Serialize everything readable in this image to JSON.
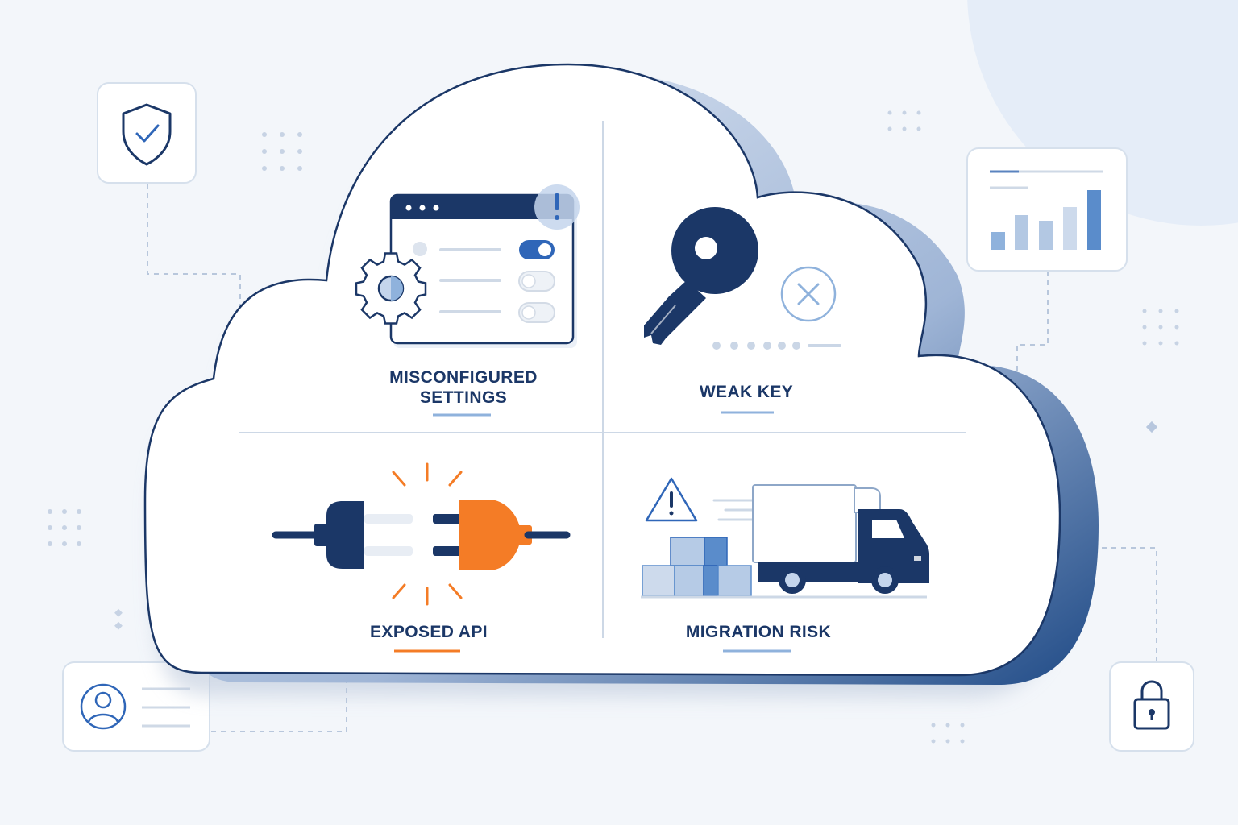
{
  "quadrants": {
    "misconfigured": {
      "line1": "MISCONFIGURED",
      "line2": "SETTINGS",
      "icon": "misconfigured-settings-icon"
    },
    "weak_key": {
      "label": "WEAK KEY",
      "icon": "weak-key-icon"
    },
    "exposed_api": {
      "label": "EXPOSED API",
      "icon": "exposed-api-plug-icon"
    },
    "migration": {
      "label": "MIGRATION RISK",
      "icon": "migration-truck-icon"
    }
  },
  "side_icons": [
    "shield-check-icon",
    "bar-chart-icon",
    "user-profile-icon",
    "padlock-icon"
  ],
  "colors": {
    "navy": "#1b3767",
    "blue": "#2f66b8",
    "light_blue": "#8fb2dc",
    "orange": "#f47c26",
    "background": "#f3f6fa",
    "cloud_edge": "#1f4a86"
  }
}
